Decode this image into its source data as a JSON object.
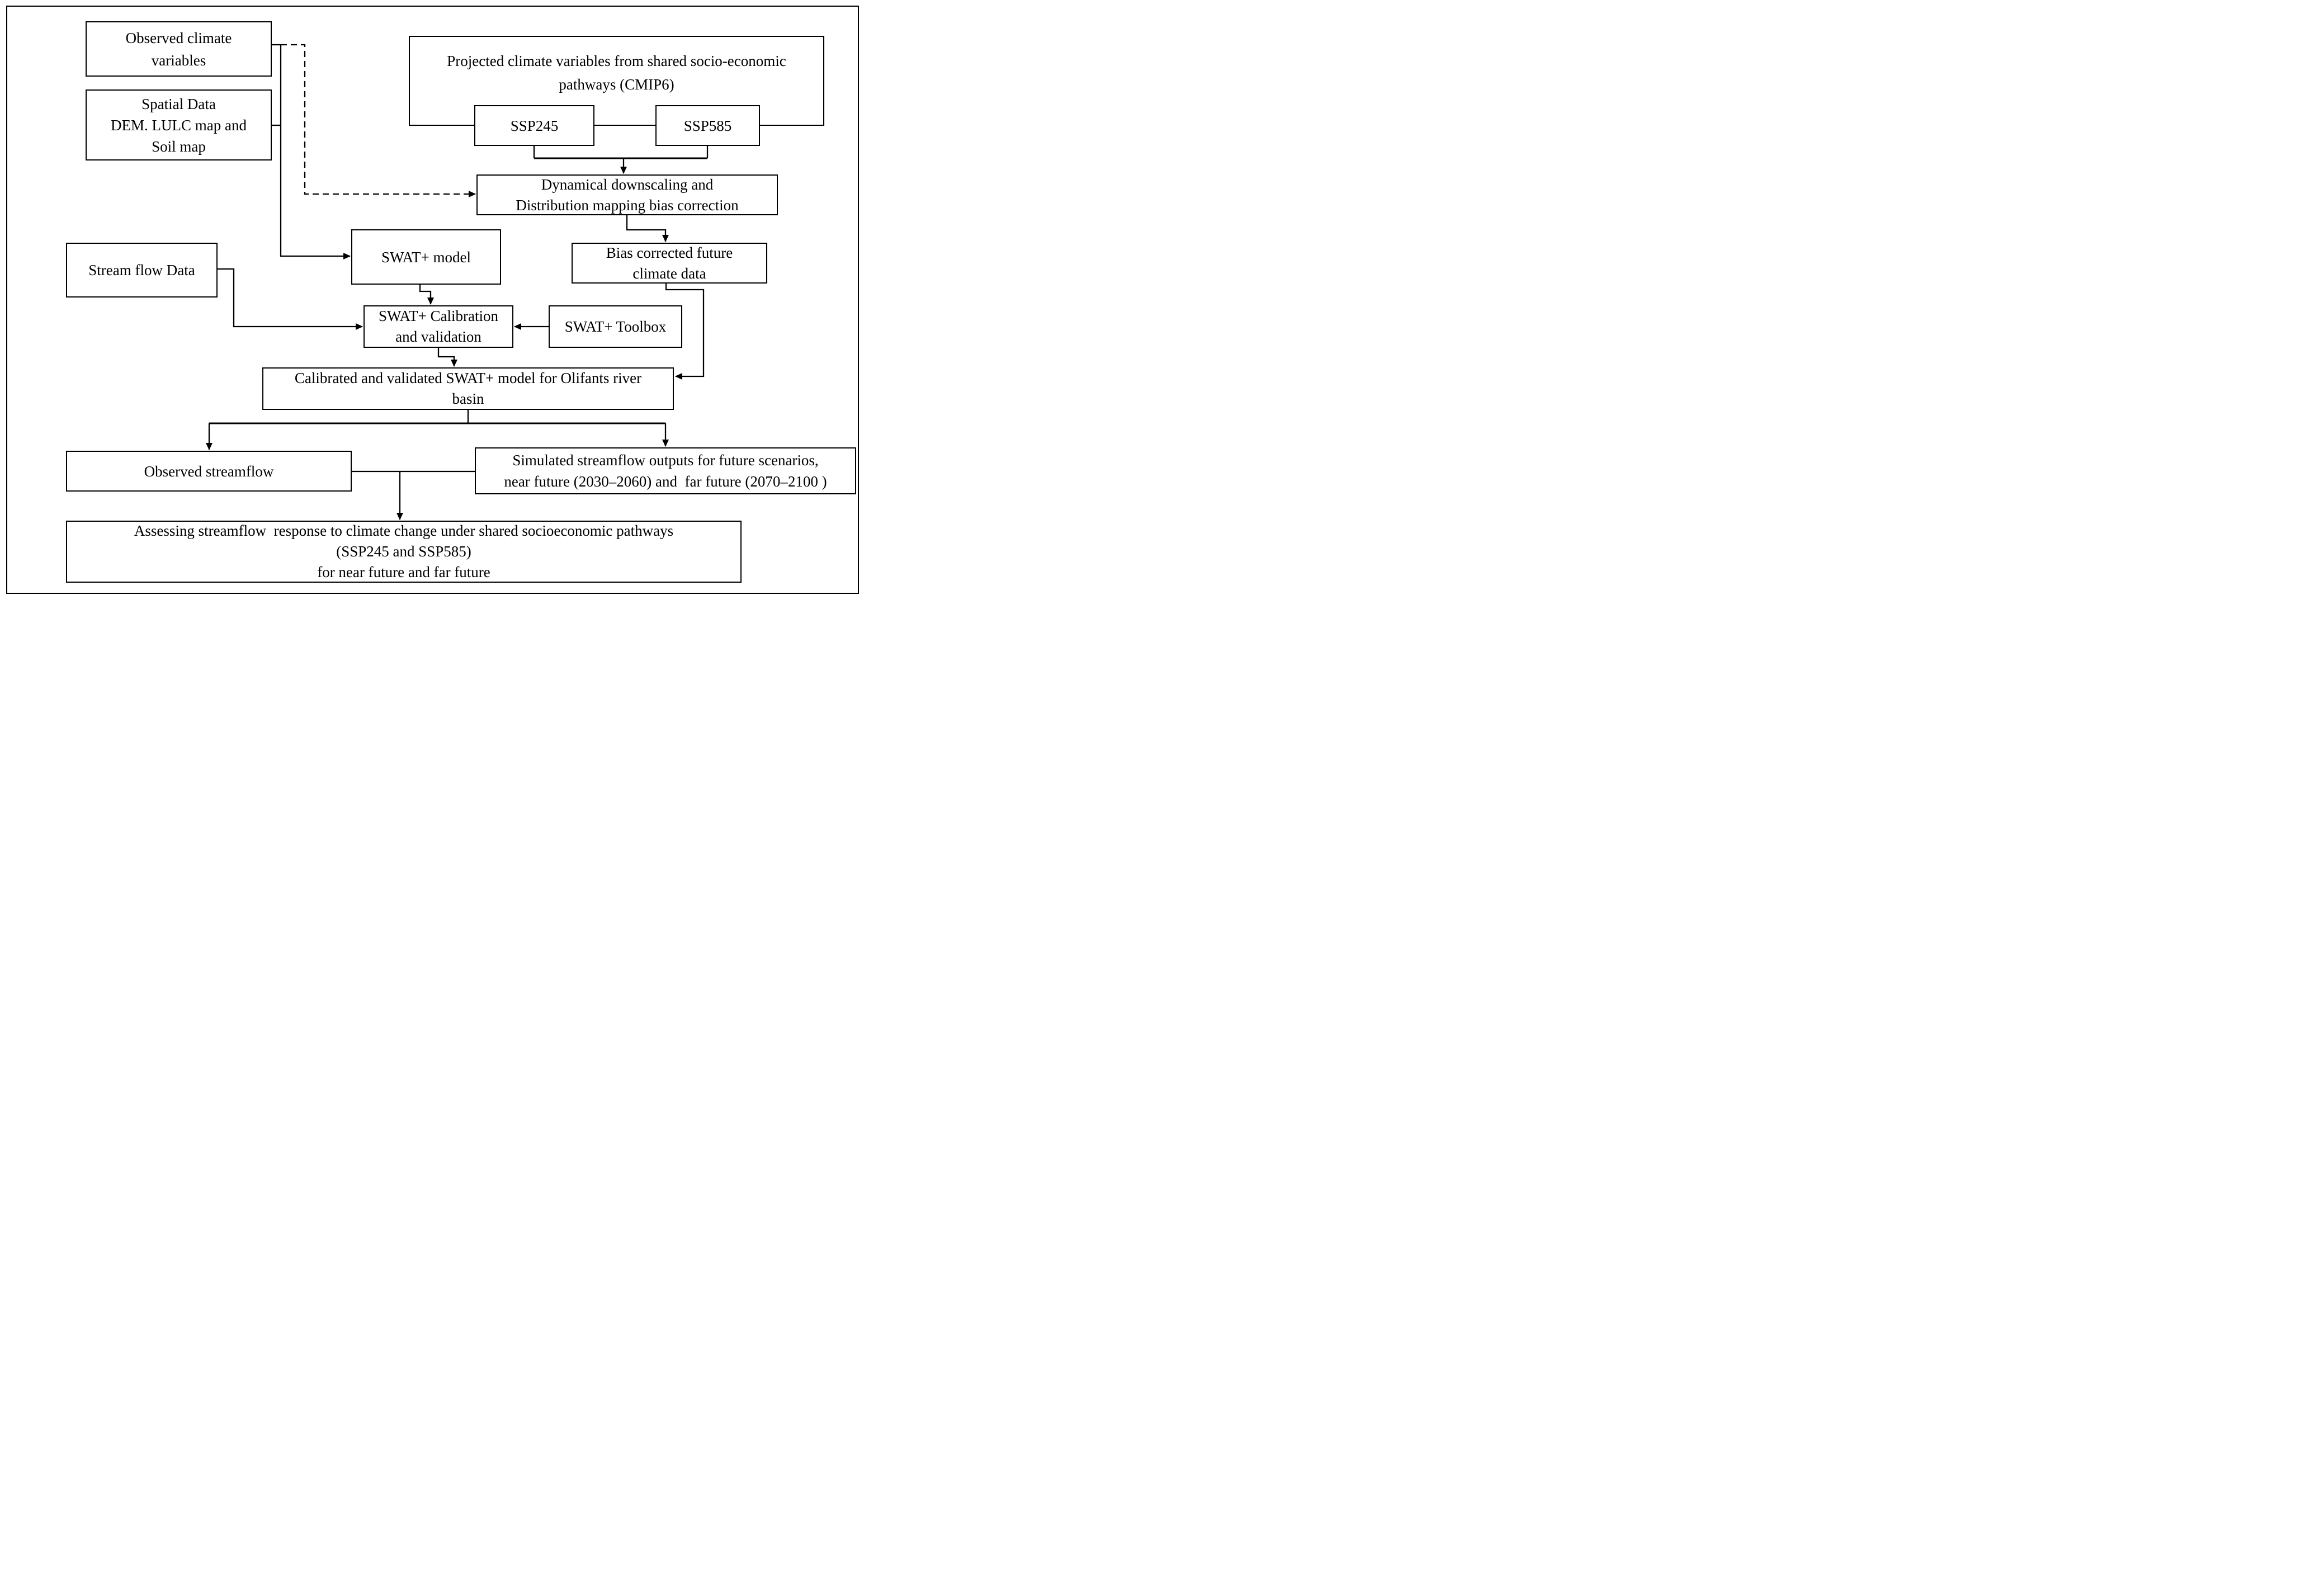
{
  "figure": {
    "background_color": "#ffffff",
    "line_color": "#000000",
    "nodes": {
      "observed_climate": "Observed climate\nvariables",
      "spatial_data": "Spatial Data\nDEM. LULC map and\nSoil map",
      "projected_climate": "Projected climate variables from shared socio-economic\npathways (CMIP6)",
      "ssp245": "SSP245",
      "ssp585": "SSP585",
      "downscaling": "Dynamical downscaling and\nDistribution mapping bias correction",
      "bias_corrected": "Bias corrected future\nclimate data",
      "swat_model": "SWAT+ model",
      "streamflow_data": "Stream flow Data",
      "calibration": "SWAT+ Calibration\nand validation",
      "toolbox": "SWAT+ Toolbox",
      "calibrated_model": "Calibrated and validated SWAT+ model for Olifants river\nbasin",
      "observed_streamflow": "Observed streamflow",
      "simulated_outputs": "Simulated streamflow outputs for future scenarios,\nnear future (2030–2060) and  far future (2070–2100 )",
      "assessing": "Assessing streamflow  response to climate change under shared socioeconomic pathways\n(SSP245 and SSP585)\nfor near future and far future"
    }
  }
}
